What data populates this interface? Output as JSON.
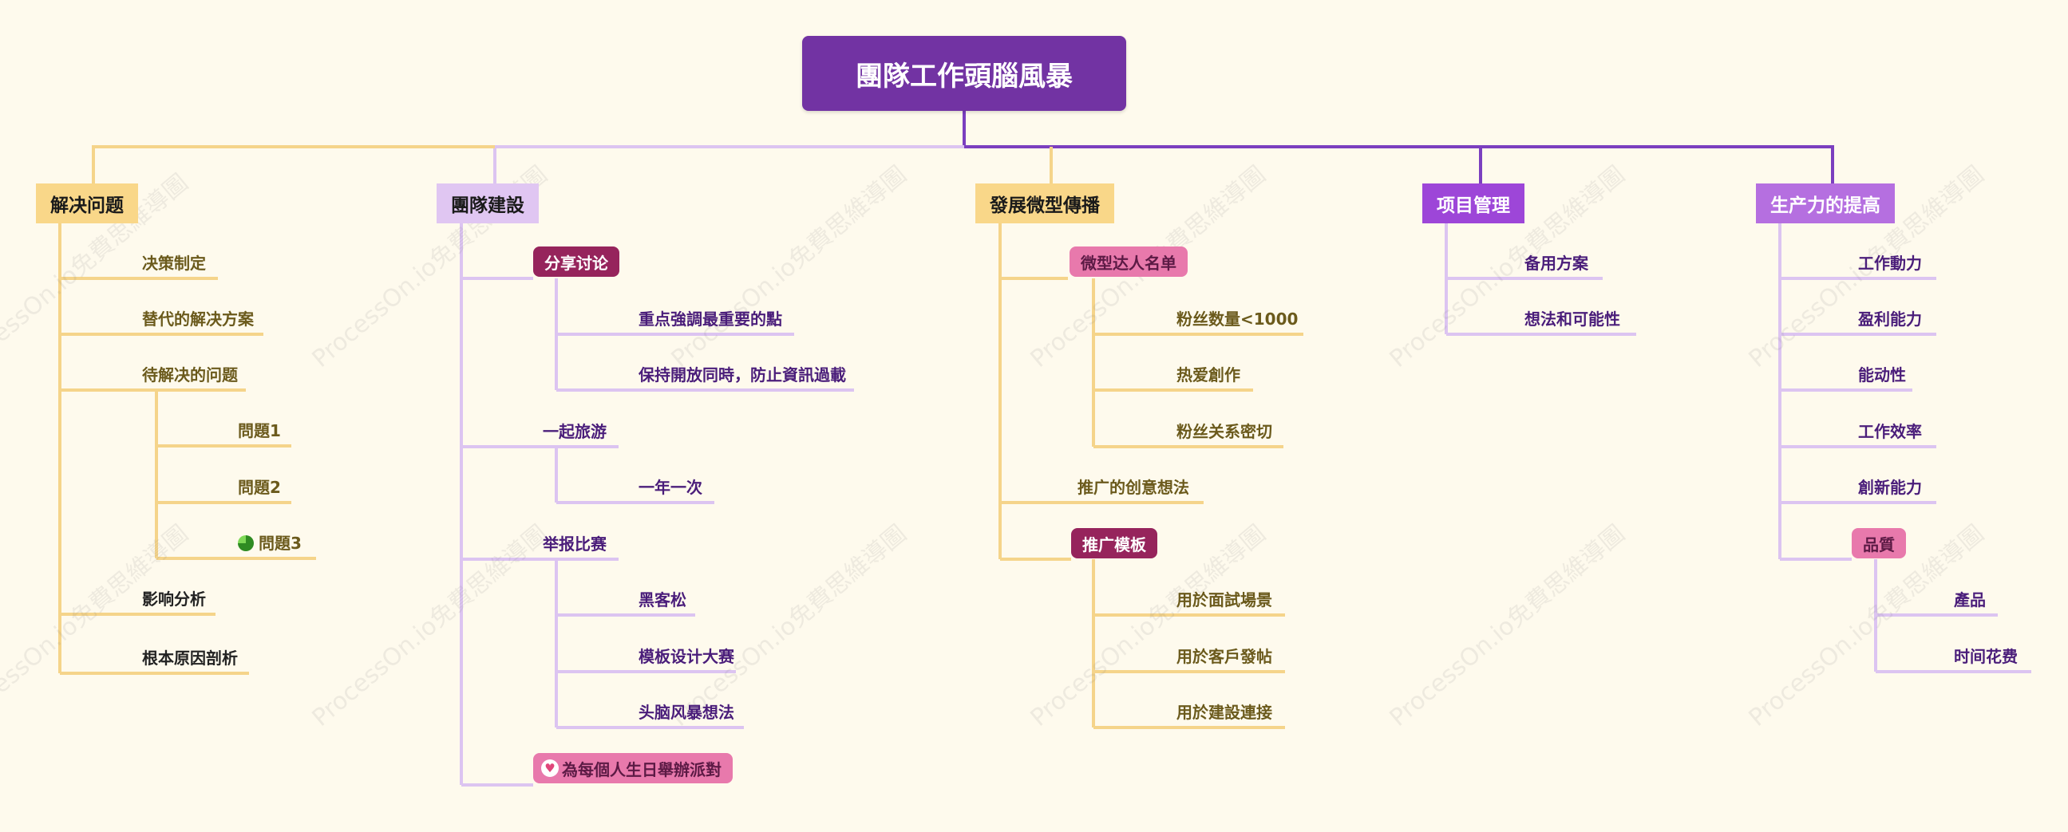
{
  "root": {
    "title": "團隊工作頭腦風暴"
  },
  "watermark": "ProcessOn.io免費思維導圖",
  "colors": {
    "yellow_line": "#f5d48a",
    "lavender_line": "#dcc4f1",
    "purple_line": "#7b3fbf",
    "background": "#fefaed"
  },
  "branch1": {
    "title": "解决问题",
    "items": {
      "decision": "决策制定",
      "alternatives": "替代的解决方案",
      "pending": "待解决的问题",
      "impact": "影响分析",
      "root_cause": "根本原因剖析"
    },
    "sub": {
      "q1": "問題1",
      "q2": "問題2",
      "q3": "問題3"
    }
  },
  "branch2": {
    "title": "團隊建設",
    "share": "分享讨论",
    "share_items": [
      "重点強調最重要的點",
      "保持開放同時，防止資訊過載"
    ],
    "travel": "一起旅游",
    "travel_items": [
      "一年一次"
    ],
    "contest": "举报比赛",
    "contest_items": [
      "黑客松",
      "模板设计大赛",
      "头脑风暴想法"
    ],
    "party": "為每個人生日舉辦派對"
  },
  "branch3": {
    "title": "發展微型傳播",
    "influencers": "微型达人名单",
    "influencer_items": [
      "粉丝数量<1000",
      "热爱創作",
      "粉丝关系密切"
    ],
    "ideas": "推广的创意想法",
    "templates": "推广模板",
    "template_items": [
      "用於面試場景",
      "用於客戶發帖",
      "用於建設連接"
    ]
  },
  "branch4": {
    "title": "项目管理",
    "items": [
      "备用方案",
      "想法和可能性"
    ]
  },
  "branch5": {
    "title": "生产力的提高",
    "items": [
      "工作動力",
      "盈利能力",
      "能动性",
      "工作效率",
      "創新能力"
    ],
    "quality": "品質",
    "quality_items": [
      "產品",
      "时间花费"
    ]
  }
}
